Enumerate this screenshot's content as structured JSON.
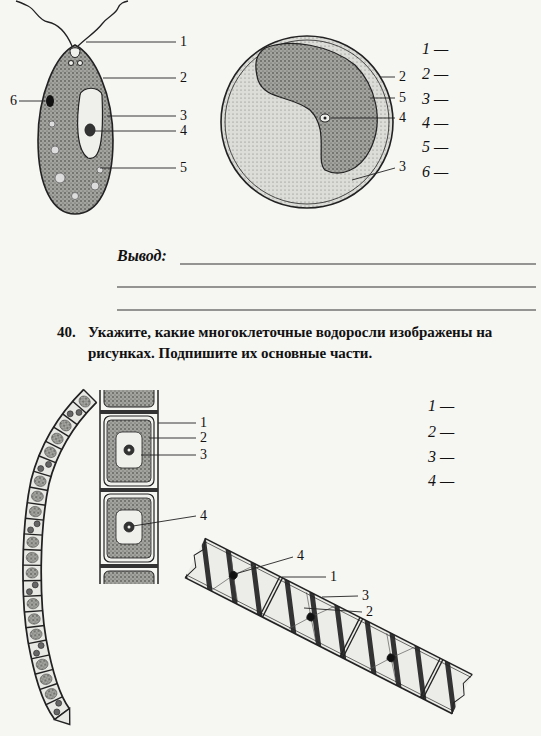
{
  "diagram": {
    "labels": [
      "1",
      "2",
      "6",
      "3",
      "4",
      "5",
      "2",
      "5",
      "4",
      "3",
      "1 —",
      "2 —",
      "3 —",
      "4 —",
      "5 —",
      "6 —",
      "Вывод:",
      "40.",
      "Укажите, какие многоклеточные водоросли изображены на рисунках. Подпишите их основные части.",
      "1",
      "2",
      "3",
      "4",
      "1 —",
      "2 —",
      "3 —",
      "4 —",
      "4",
      "1",
      "3",
      "2"
    ]
  }
}
